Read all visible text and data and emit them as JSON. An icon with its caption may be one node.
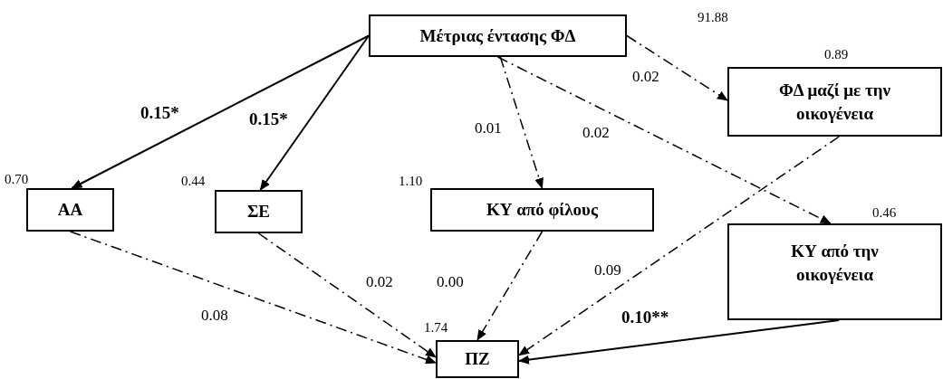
{
  "diagram": {
    "nodes": [
      {
        "text": [
          "Μέτριας έντασης ΦΔ"
        ]
      },
      {
        "text": [
          "ΑΑ"
        ],
        "beside": [
          "0.70"
        ]
      },
      {
        "text": [
          "ΣΕ"
        ],
        "beside": [
          "0.44"
        ]
      },
      {
        "text": [
          "ΚΥ από φίλους"
        ],
        "beside": [
          "1.10"
        ]
      },
      {
        "text": [
          "ΦΔ μαζί με την οικογένεια"
        ],
        "beside": [
          "0.89"
        ]
      },
      {
        "text": [
          "ΚΥ από την οικογένεια"
        ],
        "beside": [
          "0.46"
        ]
      },
      {
        "text": [
          "ΠΖ"
        ],
        "beside": [
          "1.74"
        ]
      }
    ],
    "edges": [
      {
        "from": 0,
        "to": 1,
        "arrow": "to",
        "label": "0.15*"
      },
      {
        "from": 0,
        "to": 2,
        "arrow": "to",
        "label": "0.15*"
      },
      {
        "from": 0,
        "to": 3,
        "arrow": "to",
        "label": "0.01",
        "style": "dashed"
      },
      {
        "from": 0,
        "to": 4,
        "arrow": "to",
        "label": "0.02",
        "style": "dashed"
      },
      {
        "from": 0,
        "to": 5,
        "arrow": "to",
        "label": "0.02",
        "style": "dashed"
      },
      {
        "from": 1,
        "to": 6,
        "arrow": "to",
        "label": "0.08",
        "style": "dashed"
      },
      {
        "from": 2,
        "to": 6,
        "arrow": "to",
        "label": "0.02",
        "style": "dashed"
      },
      {
        "from": 3,
        "to": 6,
        "arrow": "to",
        "label": "0.00",
        "style": "dashed"
      },
      {
        "from": 4,
        "to": 6,
        "arrow": "to",
        "label": "0.09",
        "style": "dashed"
      },
      {
        "from": 5,
        "to": 6,
        "arrow": "to",
        "label": "0.10**"
      }
    ],
    "labels": [
      "91.88"
    ]
  }
}
